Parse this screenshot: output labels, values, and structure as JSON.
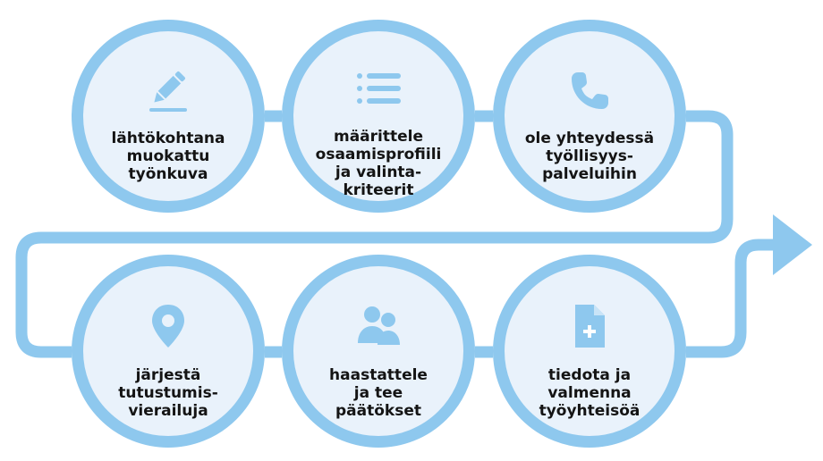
{
  "diagram": {
    "colors": {
      "path": "#8ec8ee",
      "circle_fill": "#e9f2fb",
      "icon": "#8ec8ee",
      "text": "#141414"
    },
    "steps": [
      {
        "icon": "pencil-icon",
        "label": "lähtökohtana\nmuokattu\ntyönkuva"
      },
      {
        "icon": "list-icon",
        "label": "määrittele\nosaamisprofiili\nja valinta-\nkriteerit"
      },
      {
        "icon": "phone-icon",
        "label": "ole yhteydessä\ntyöllisyys-\npalveluihin"
      },
      {
        "icon": "map-pin-icon",
        "label": "järjestä\ntutustumis-\nvierailuja"
      },
      {
        "icon": "people-icon",
        "label": "haastattele\nja tee\npäätökset"
      },
      {
        "icon": "document-icon",
        "label": "tiedota ja\nvalmenna\ntyöyhteisöä"
      }
    ]
  }
}
